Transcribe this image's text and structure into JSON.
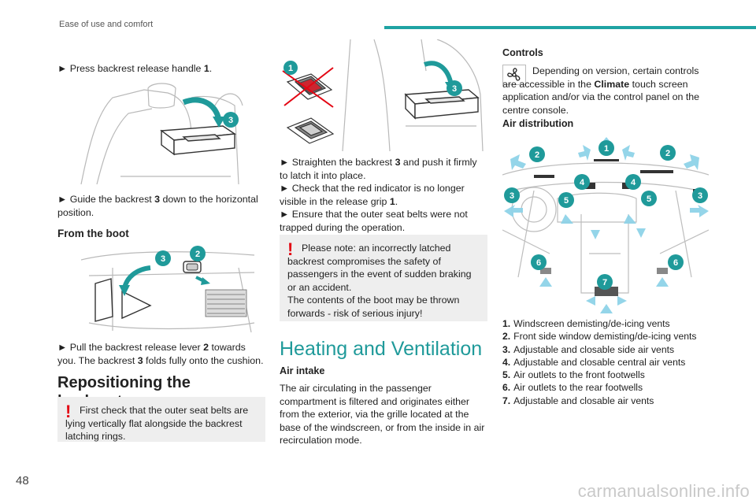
{
  "header": {
    "title": "Ease of use and comfort"
  },
  "footer": {
    "page_number": "48",
    "watermark": "carmanualsonline.info"
  },
  "col1": {
    "step1": "► Press backrest release handle ",
    "step1_num": "1",
    "step1_end": ".",
    "step2_a": "► Guide the backrest ",
    "step2_num": "3",
    "step2_b": " down to the horizontal position.",
    "boot_heading": "From the boot",
    "step3_a": "► Pull the backrest release lever ",
    "step3_num": "2",
    "step3_b": " towards you. The backrest ",
    "step3_num2": "3",
    "step3_c": " folds fully onto the cushion.",
    "reposition_heading": "Repositioning the backrests",
    "warning": "First check that the outer seat belts are lying vertically flat alongside the backrest latching rings."
  },
  "col2": {
    "s1_a": "► Straighten the backrest ",
    "s1_num": "3",
    "s1_b": " and push it firmly to latch it into place.",
    "s2_a": "► Check that the red indicator is no longer visible in the release grip ",
    "s2_num": "1",
    "s2_b": ".",
    "s3": "► Ensure that the outer seat belts were not trapped during the operation.",
    "warning_1": "Please note: an incorrectly latched backrest compromises the safety of passengers in the event of sudden braking or an accident.",
    "warning_2": "The contents of the boot may be thrown forwards - risk of serious injury!",
    "heading": "Heating and Ventilation",
    "air_intake_heading": "Air intake",
    "air_intake_text": "The air circulating in the passenger compartment is filtered and originates either from the exterior, via the grille located at the base of the windscreen, or from the inside in air recirculation mode."
  },
  "col3": {
    "controls_heading": "Controls",
    "controls_a": "Depending on version, certain controls are accessible in the ",
    "controls_bold": "Climate",
    "controls_b": " touch screen application and/or via the control panel on the centre console.",
    "air_dist_heading": "Air distribution",
    "legend": [
      {
        "num": "1.",
        "text": "Windscreen demisting/de-icing vents"
      },
      {
        "num": "2.",
        "text": "Front side window demisting/de-icing vents"
      },
      {
        "num": "3.",
        "text": "Adjustable and closable side air vents"
      },
      {
        "num": "4.",
        "text": "Adjustable and closable central air vents"
      },
      {
        "num": "5.",
        "text": "Air outlets to the front footwells"
      },
      {
        "num": "6.",
        "text": "Air outlets to the rear footwells"
      },
      {
        "num": "7.",
        "text": "Adjustable and closable air vents"
      }
    ]
  },
  "badges": {
    "b1": "1",
    "b2": "2",
    "b3": "3",
    "b4": "4",
    "b5": "5",
    "b6": "6",
    "b7": "7"
  },
  "colors": {
    "accent": "#1fa3a3",
    "warning": "#e30613",
    "box_bg": "#eeeeee"
  }
}
